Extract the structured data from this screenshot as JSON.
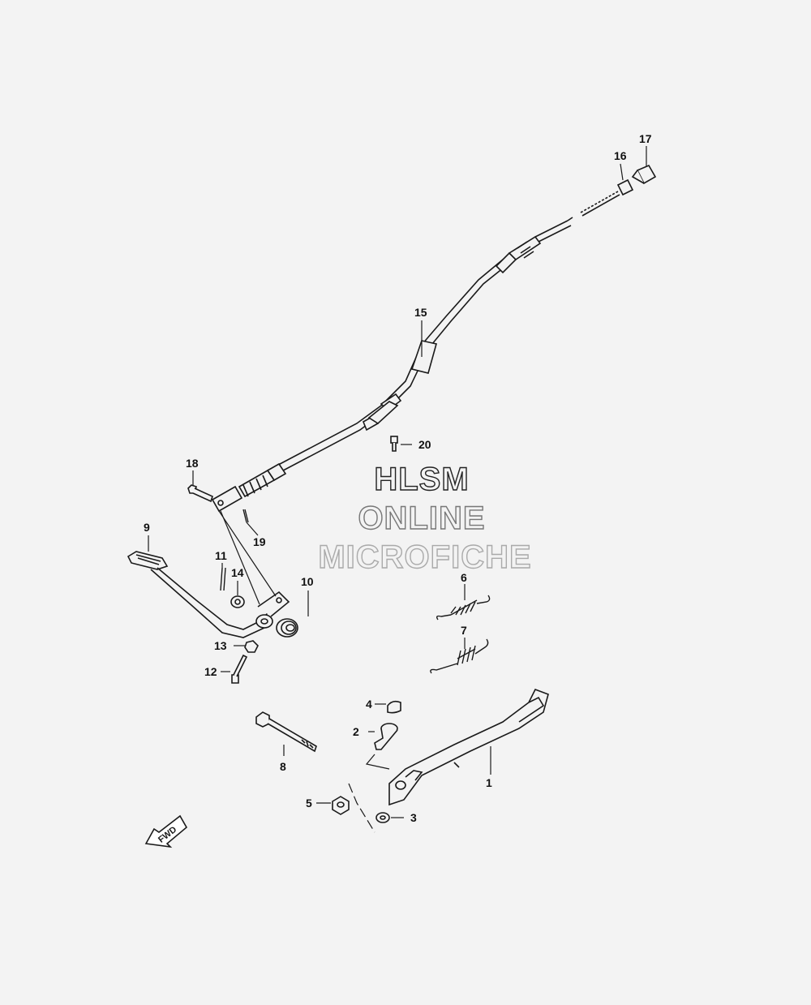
{
  "callouts": [
    {
      "number": "1"
    },
    {
      "number": "2"
    },
    {
      "number": "3"
    },
    {
      "number": "4"
    },
    {
      "number": "5"
    },
    {
      "number": "6"
    },
    {
      "number": "7"
    },
    {
      "number": "8"
    },
    {
      "number": "9"
    },
    {
      "number": "10"
    },
    {
      "number": "11"
    },
    {
      "number": "12"
    },
    {
      "number": "13"
    },
    {
      "number": "14"
    },
    {
      "number": "15"
    },
    {
      "number": "16"
    },
    {
      "number": "17"
    },
    {
      "number": "18"
    },
    {
      "number": "19"
    },
    {
      "number": "20"
    }
  ],
  "watermark": {
    "line1": "HLSM",
    "line2": "ONLINE",
    "line3": "MICROFICHE"
  },
  "fwd_badge": "FWD",
  "colors": {
    "background": "#f3f3f3",
    "line": "#1a1a1a",
    "watermark_dark": "#222222",
    "watermark_mid": "#777777",
    "watermark_light": "#aaaaaa"
  }
}
